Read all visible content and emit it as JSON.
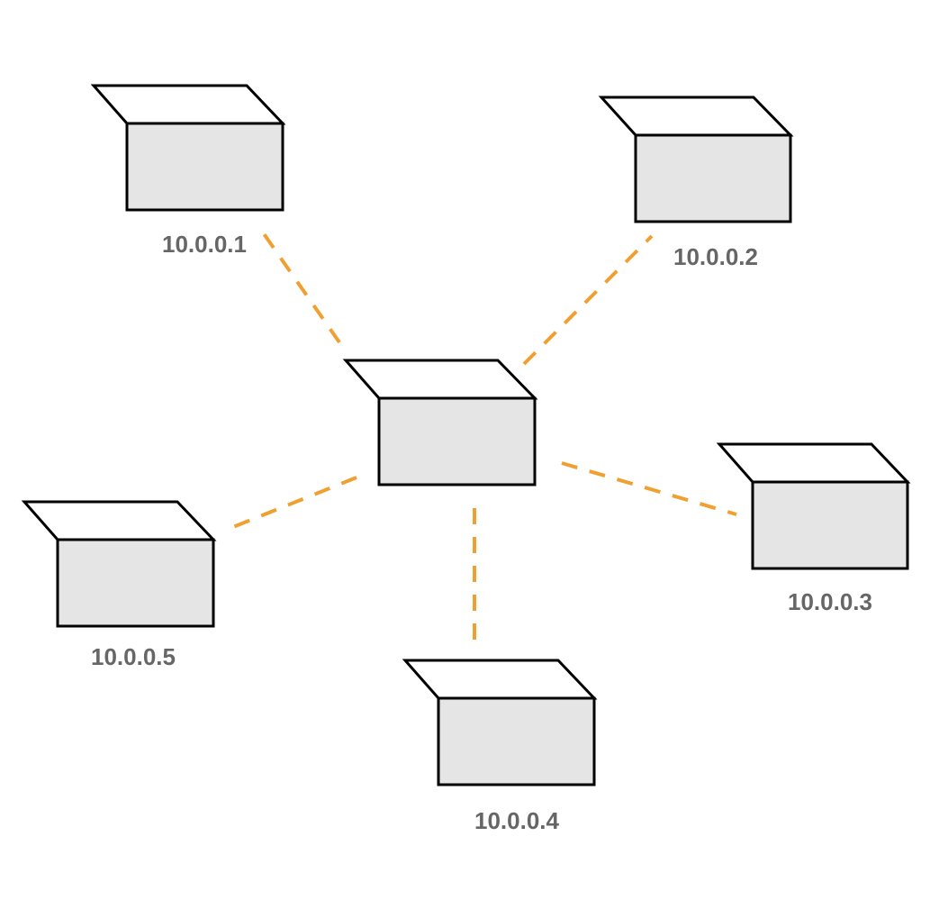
{
  "diagram": {
    "type": "network-star",
    "colors": {
      "link": "#f0a030",
      "box_fill": "#e5e5e5",
      "box_outline": "#000000",
      "label": "#666666"
    },
    "hub": {
      "label": ""
    },
    "nodes": [
      {
        "id": "node-1",
        "label": "10.0.0.1"
      },
      {
        "id": "node-2",
        "label": "10.0.0.2"
      },
      {
        "id": "node-3",
        "label": "10.0.0.3"
      },
      {
        "id": "node-4",
        "label": "10.0.0.4"
      },
      {
        "id": "node-5",
        "label": "10.0.0.5"
      }
    ],
    "links": [
      {
        "from": "hub",
        "to": "node-1",
        "style": "dashed"
      },
      {
        "from": "hub",
        "to": "node-2",
        "style": "dashed"
      },
      {
        "from": "hub",
        "to": "node-3",
        "style": "dashed"
      },
      {
        "from": "hub",
        "to": "node-4",
        "style": "dashed"
      },
      {
        "from": "hub",
        "to": "node-5",
        "style": "dashed"
      }
    ]
  }
}
